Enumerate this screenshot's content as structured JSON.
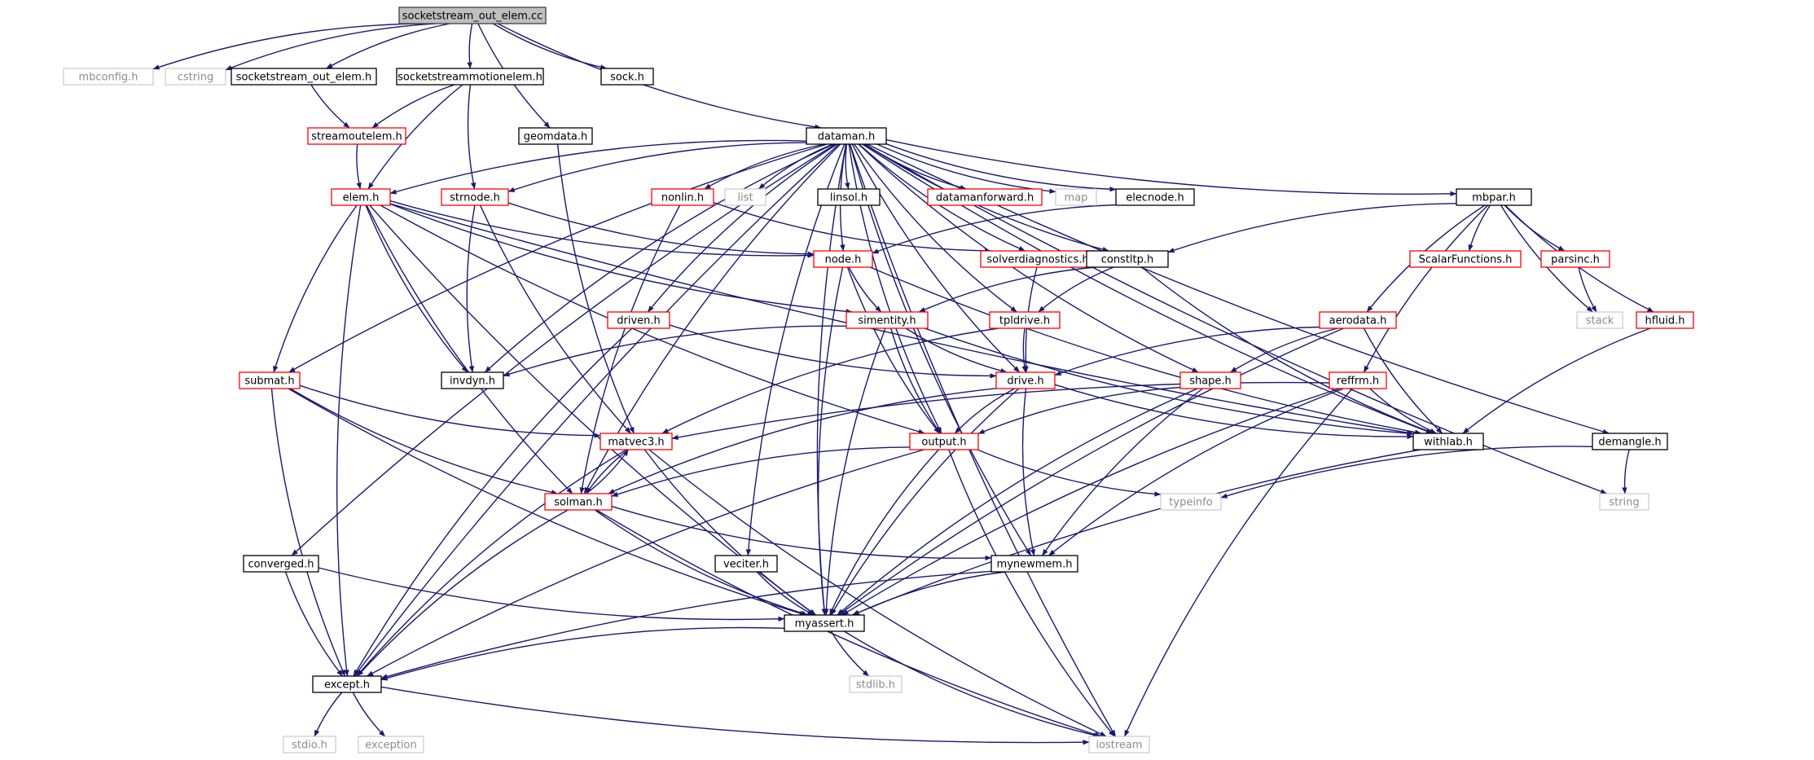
{
  "styles": {
    "edge_color": "#191970",
    "border_colors": {
      "black": "#000000",
      "red": "#ff0000",
      "gray": "#bfbfbf",
      "root": "#404040"
    },
    "root_fill": "#bfbfbf"
  },
  "nodes": [
    {
      "id": "root",
      "label": "socketstream_out_elem.cc",
      "style": "root"
    },
    {
      "id": "mbconfig",
      "label": "mbconfig.h",
      "style": "gray"
    },
    {
      "id": "cstring",
      "label": "cstring",
      "style": "gray"
    },
    {
      "id": "sso_elem_h",
      "label": "socketstream_out_elem.h",
      "style": "black"
    },
    {
      "id": "ssme",
      "label": "socketstreammotionelem.h",
      "style": "black"
    },
    {
      "id": "sock",
      "label": "sock.h",
      "style": "black"
    },
    {
      "id": "streamoutelem",
      "label": "streamoutelem.h",
      "style": "red"
    },
    {
      "id": "geomdata",
      "label": "geomdata.h",
      "style": "black"
    },
    {
      "id": "dataman",
      "label": "dataman.h",
      "style": "black"
    },
    {
      "id": "elem",
      "label": "elem.h",
      "style": "red"
    },
    {
      "id": "strnode",
      "label": "strnode.h",
      "style": "red"
    },
    {
      "id": "nonlin",
      "label": "nonlin.h",
      "style": "red"
    },
    {
      "id": "list",
      "label": "list",
      "style": "gray"
    },
    {
      "id": "linsol",
      "label": "linsol.h",
      "style": "black"
    },
    {
      "id": "datamanforward",
      "label": "datamanforward.h",
      "style": "red"
    },
    {
      "id": "map",
      "label": "map",
      "style": "gray"
    },
    {
      "id": "elecnode",
      "label": "elecnode.h",
      "style": "black"
    },
    {
      "id": "mbpar",
      "label": "mbpar.h",
      "style": "black"
    },
    {
      "id": "node",
      "label": "node.h",
      "style": "red"
    },
    {
      "id": "solverdiagnostics",
      "label": "solverdiagnostics.h",
      "style": "red"
    },
    {
      "id": "constltp",
      "label": "constltp.h",
      "style": "black"
    },
    {
      "id": "scalarfunctions",
      "label": "ScalarFunctions.h",
      "style": "red"
    },
    {
      "id": "parsinc",
      "label": "parsinc.h",
      "style": "red"
    },
    {
      "id": "stack",
      "label": "stack",
      "style": "gray"
    },
    {
      "id": "hfluid",
      "label": "hfluid.h",
      "style": "red"
    },
    {
      "id": "driven",
      "label": "driven.h",
      "style": "red"
    },
    {
      "id": "simentity",
      "label": "simentity.h",
      "style": "red"
    },
    {
      "id": "tpldrive",
      "label": "tpldrive.h",
      "style": "red"
    },
    {
      "id": "aerodata",
      "label": "aerodata.h",
      "style": "red"
    },
    {
      "id": "submat",
      "label": "submat.h",
      "style": "red"
    },
    {
      "id": "invdyn",
      "label": "invdyn.h",
      "style": "black"
    },
    {
      "id": "drive",
      "label": "drive.h",
      "style": "red"
    },
    {
      "id": "shape",
      "label": "shape.h",
      "style": "red"
    },
    {
      "id": "reffrm",
      "label": "reffrm.h",
      "style": "red"
    },
    {
      "id": "matvec3",
      "label": "matvec3.h",
      "style": "red"
    },
    {
      "id": "output",
      "label": "output.h",
      "style": "red"
    },
    {
      "id": "withlab",
      "label": "withlab.h",
      "style": "black"
    },
    {
      "id": "demangle",
      "label": "demangle.h",
      "style": "black"
    },
    {
      "id": "solman",
      "label": "solman.h",
      "style": "red"
    },
    {
      "id": "typeinfo",
      "label": "typeinfo",
      "style": "gray"
    },
    {
      "id": "string",
      "label": "string",
      "style": "gray"
    },
    {
      "id": "converged",
      "label": "converged.h",
      "style": "black"
    },
    {
      "id": "veciter",
      "label": "veciter.h",
      "style": "black"
    },
    {
      "id": "mynewmem",
      "label": "mynewmem.h",
      "style": "black"
    },
    {
      "id": "myassert",
      "label": "myassert.h",
      "style": "black"
    },
    {
      "id": "except",
      "label": "except.h",
      "style": "black"
    },
    {
      "id": "stdlib",
      "label": "stdlib.h",
      "style": "gray"
    },
    {
      "id": "stdio",
      "label": "stdio.h",
      "style": "gray"
    },
    {
      "id": "exception",
      "label": "exception",
      "style": "gray"
    },
    {
      "id": "iostream",
      "label": "iostream",
      "style": "gray"
    }
  ],
  "edges": [
    [
      "root",
      "mbconfig"
    ],
    [
      "root",
      "cstring"
    ],
    [
      "root",
      "sso_elem_h"
    ],
    [
      "root",
      "ssme"
    ],
    [
      "root",
      "sock"
    ],
    [
      "root",
      "geomdata"
    ],
    [
      "root",
      "dataman"
    ],
    [
      "sso_elem_h",
      "streamoutelem"
    ],
    [
      "ssme",
      "streamoutelem"
    ],
    [
      "ssme",
      "elem"
    ],
    [
      "ssme",
      "strnode"
    ],
    [
      "streamoutelem",
      "elem"
    ],
    [
      "geomdata",
      "matvec3"
    ],
    [
      "dataman",
      "elem"
    ],
    [
      "dataman",
      "strnode"
    ],
    [
      "dataman",
      "nonlin"
    ],
    [
      "dataman",
      "list"
    ],
    [
      "dataman",
      "linsol"
    ],
    [
      "dataman",
      "datamanforward"
    ],
    [
      "dataman",
      "map"
    ],
    [
      "dataman",
      "elecnode"
    ],
    [
      "dataman",
      "mbpar"
    ],
    [
      "dataman",
      "node"
    ],
    [
      "dataman",
      "solverdiagnostics"
    ],
    [
      "dataman",
      "constltp"
    ],
    [
      "dataman",
      "driven"
    ],
    [
      "dataman",
      "tpldrive"
    ],
    [
      "dataman",
      "submat"
    ],
    [
      "dataman",
      "invdyn"
    ],
    [
      "dataman",
      "drive"
    ],
    [
      "dataman",
      "shape"
    ],
    [
      "dataman",
      "output"
    ],
    [
      "dataman",
      "withlab"
    ],
    [
      "dataman",
      "demangle"
    ],
    [
      "dataman",
      "solman"
    ],
    [
      "dataman",
      "string"
    ],
    [
      "dataman",
      "converged"
    ],
    [
      "dataman",
      "veciter"
    ],
    [
      "dataman",
      "mynewmem"
    ],
    [
      "dataman",
      "myassert"
    ],
    [
      "dataman",
      "except"
    ],
    [
      "dataman",
      "iostream"
    ],
    [
      "elem",
      "node"
    ],
    [
      "elem",
      "simentity"
    ],
    [
      "elem",
      "submat"
    ],
    [
      "elem",
      "invdyn"
    ],
    [
      "elem",
      "output"
    ],
    [
      "elem",
      "withlab"
    ],
    [
      "elem",
      "solman"
    ],
    [
      "elem",
      "myassert"
    ],
    [
      "elem",
      "except"
    ],
    [
      "strnode",
      "node"
    ],
    [
      "strnode",
      "invdyn"
    ],
    [
      "strnode",
      "matvec3"
    ],
    [
      "nonlin",
      "solverdiagnostics"
    ],
    [
      "nonlin",
      "solman"
    ],
    [
      "elecnode",
      "node"
    ],
    [
      "mbpar",
      "constltp"
    ],
    [
      "mbpar",
      "scalarfunctions"
    ],
    [
      "mbpar",
      "parsinc"
    ],
    [
      "mbpar",
      "stack"
    ],
    [
      "mbpar",
      "hfluid"
    ],
    [
      "mbpar",
      "aerodata"
    ],
    [
      "mbpar",
      "reffrm"
    ],
    [
      "node",
      "simentity"
    ],
    [
      "node",
      "output"
    ],
    [
      "node",
      "withlab"
    ],
    [
      "node",
      "myassert"
    ],
    [
      "solverdiagnostics",
      "drive"
    ],
    [
      "constltp",
      "simentity"
    ],
    [
      "constltp",
      "tpldrive"
    ],
    [
      "constltp",
      "withlab"
    ],
    [
      "parsinc",
      "stack"
    ],
    [
      "hfluid",
      "withlab"
    ],
    [
      "driven",
      "drive"
    ],
    [
      "driven",
      "except"
    ],
    [
      "simentity",
      "invdyn"
    ],
    [
      "simentity",
      "drive"
    ],
    [
      "simentity",
      "output"
    ],
    [
      "simentity",
      "withlab"
    ],
    [
      "simentity",
      "myassert"
    ],
    [
      "tpldrive",
      "drive"
    ],
    [
      "tpldrive",
      "matvec3"
    ],
    [
      "aerodata",
      "drive"
    ],
    [
      "aerodata",
      "shape"
    ],
    [
      "aerodata",
      "withlab"
    ],
    [
      "aerodata",
      "myassert"
    ],
    [
      "submat",
      "matvec3"
    ],
    [
      "submat",
      "solman"
    ],
    [
      "submat",
      "myassert"
    ],
    [
      "submat",
      "except"
    ],
    [
      "drive",
      "output"
    ],
    [
      "drive",
      "withlab"
    ],
    [
      "drive",
      "solman"
    ],
    [
      "drive",
      "mynewmem"
    ],
    [
      "drive",
      "myassert"
    ],
    [
      "shape",
      "output"
    ],
    [
      "shape",
      "mynewmem"
    ],
    [
      "shape",
      "myassert"
    ],
    [
      "reffrm",
      "matvec3"
    ],
    [
      "reffrm",
      "withlab"
    ],
    [
      "reffrm",
      "mynewmem"
    ],
    [
      "reffrm",
      "myassert"
    ],
    [
      "reffrm",
      "iostream"
    ],
    [
      "matvec3",
      "solman"
    ],
    [
      "matvec3",
      "myassert"
    ],
    [
      "matvec3",
      "except"
    ],
    [
      "matvec3",
      "iostream"
    ],
    [
      "output",
      "solman"
    ],
    [
      "output",
      "typeinfo"
    ],
    [
      "output",
      "myassert"
    ],
    [
      "output",
      "except"
    ],
    [
      "output",
      "iostream"
    ],
    [
      "withlab",
      "myassert"
    ],
    [
      "demangle",
      "typeinfo"
    ],
    [
      "demangle",
      "string"
    ],
    [
      "solman",
      "matvec3"
    ],
    [
      "solman",
      "mynewmem"
    ],
    [
      "solman",
      "myassert"
    ],
    [
      "solman",
      "except"
    ],
    [
      "solman",
      "iostream"
    ],
    [
      "converged",
      "myassert"
    ],
    [
      "converged",
      "except"
    ],
    [
      "veciter",
      "myassert"
    ],
    [
      "mynewmem",
      "myassert"
    ],
    [
      "mynewmem",
      "except"
    ],
    [
      "myassert",
      "except"
    ],
    [
      "myassert",
      "stdlib"
    ],
    [
      "myassert",
      "iostream"
    ],
    [
      "except",
      "stdio"
    ],
    [
      "except",
      "exception"
    ],
    [
      "except",
      "iostream"
    ]
  ]
}
